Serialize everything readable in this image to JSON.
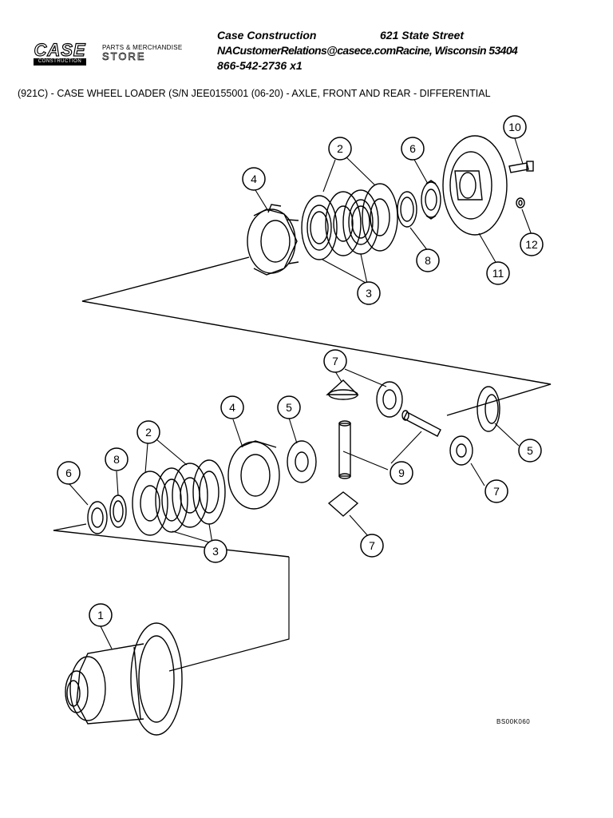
{
  "header": {
    "logo": {
      "word": "CASE",
      "sub": "CONSTRUCTION"
    },
    "store": {
      "top": "PARTS & MERCHANDISE",
      "main": "STORE"
    },
    "company": "Case Construction",
    "street": "621 State Street",
    "email_city": "NACustomerRelations@casece.comRacine, Wisconsin 53404",
    "phone": "866-542-2736 x1"
  },
  "title": "(921C) - CASE WHEEL LOADER (S/N JEE0155001 (06-20) - AXLE, FRONT AND REAR - DIFFERENTIAL",
  "diagram": {
    "code": "BS00K060",
    "callouts": {
      "c10": "10",
      "c2a": "2",
      "c6a": "6",
      "c4a": "4",
      "c3a": "3",
      "c8a": "8",
      "c11": "11",
      "c12": "12",
      "c7a": "7",
      "c4b": "4",
      "c5a": "5",
      "c5b": "5",
      "c2b": "2",
      "c6b": "6",
      "c8b": "8",
      "c9": "9",
      "c7b": "7",
      "c7c": "7",
      "c3b": "3",
      "c1": "1"
    }
  }
}
